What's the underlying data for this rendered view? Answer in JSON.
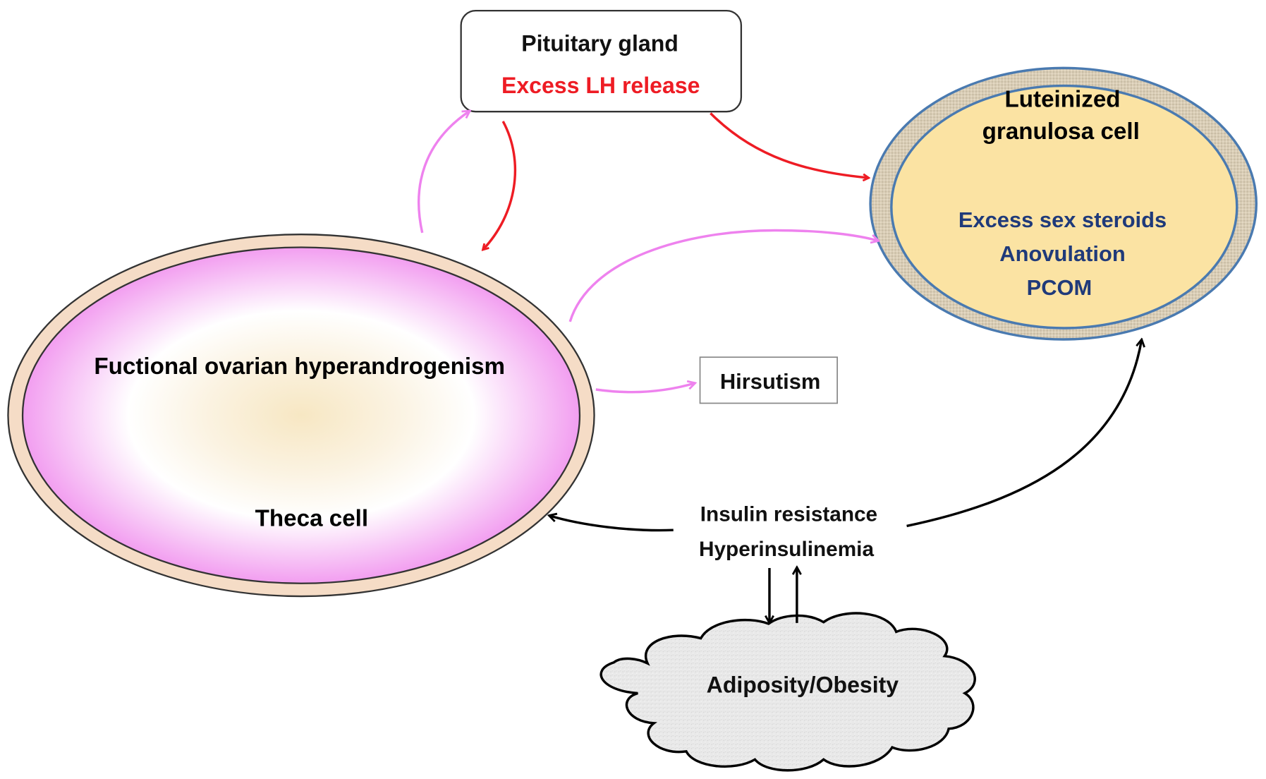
{
  "pituitary": {
    "title": "Pituitary gland",
    "subtitle": "Excess LH release"
  },
  "granulosa": {
    "title_line1": "Luteinized",
    "title_line2": "granulosa cell",
    "effects": [
      "Excess sex steroids",
      "Anovulation",
      "PCOM"
    ]
  },
  "theca": {
    "title": "Fuctional ovarian hyperandrogenism",
    "label": "Theca cell"
  },
  "hirsutism": {
    "label": "Hirsutism"
  },
  "insulin": {
    "line1": "Insulin resistance",
    "line2": "Hyperinsulinemia"
  },
  "adiposity": {
    "label": "Adiposity/Obesity"
  },
  "colors": {
    "red_arrow": "#ee1c24",
    "pink_arrow": "#ee82ee",
    "black_arrow": "#000000",
    "effects_text": "#1f3a7a",
    "subtitle_text": "#ee1c24",
    "granulosa_fill": "#fbe3a3",
    "granulosa_border": "#4a7ab0",
    "theca_pink": "#f29ef0",
    "theca_rim": "#f5dcc6"
  }
}
